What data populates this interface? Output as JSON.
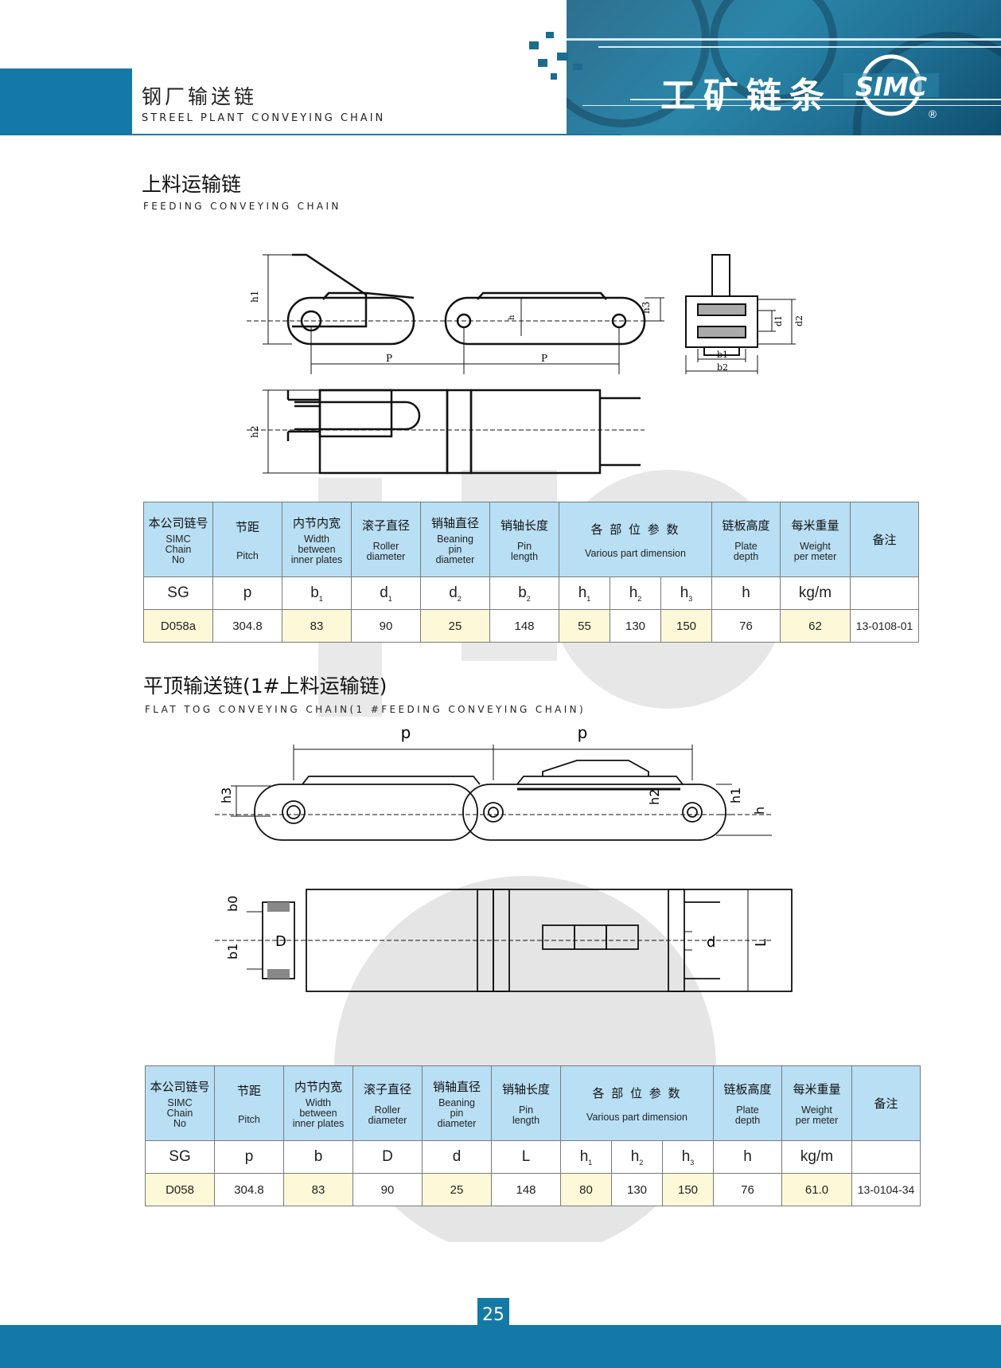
{
  "header": {
    "title_cn": "钢厂输送链",
    "title_en": "STREEL PLANT CONVEYING  CHAIN",
    "brand_cn": "工矿链条",
    "brand_logo": "SIMC",
    "brand_reg": "®",
    "colors": {
      "primary": "#1479a6",
      "header_blue": "#b9dff4",
      "row_yellow": "#fdf9d8"
    }
  },
  "section1": {
    "title_cn": "上料运输链",
    "title_en": "FEEDING  CONVEYING CHAIN",
    "drawing_labels": {
      "h1": "h1",
      "h": "h",
      "h3": "h3",
      "h2": "h2",
      "p1": "P",
      "p2": "P",
      "d1": "d1",
      "d2": "d2",
      "b1": "b1",
      "b2": "b2"
    },
    "table": {
      "headers": [
        {
          "cn": "本公司链号",
          "en": [
            "SIMC",
            "Chain",
            "No"
          ]
        },
        {
          "cn": "节距",
          "en": [
            "Pitch"
          ]
        },
        {
          "cn": "内节内宽",
          "en": [
            "Width",
            "between",
            "inner plates"
          ]
        },
        {
          "cn": "滚子直径",
          "en": [
            "Roller",
            "diameter"
          ]
        },
        {
          "cn": "销轴直径",
          "en": [
            "Beaning",
            "pin",
            "diameter"
          ]
        },
        {
          "cn": "销轴长度",
          "en": [
            "Pin",
            "length"
          ]
        },
        {
          "cn": "各 部 位 参 数",
          "en": [
            "Various part dimension"
          ]
        },
        {
          "cn": "链板高度",
          "en": [
            "Plate",
            "depth"
          ]
        },
        {
          "cn": "每米重量",
          "en": [
            "Weight",
            "per meter"
          ]
        },
        {
          "cn": "备注",
          "en": []
        }
      ],
      "symbols": [
        "SG",
        "p",
        "b",
        "1",
        "d",
        "1",
        "d",
        "2",
        "b",
        "2",
        "h",
        "1",
        "h",
        "2",
        "h",
        "3",
        "h",
        "kg/m"
      ],
      "row": [
        "D058a",
        "304.8",
        "83",
        "90",
        "25",
        "148",
        "55",
        "130",
        "150",
        "76",
        "62",
        "13-0108-01"
      ]
    }
  },
  "section2": {
    "title_cn": "平顶输送链(1#上料运输链)",
    "title_en": "FLAT TOG CONVEYING CHAIN(1 #FEEDING CONVEYING CHAIN)",
    "drawing_labels": {
      "p1": "p",
      "p2": "p",
      "h3": "h3",
      "h2": "h2",
      "h1": "h1",
      "h": "h",
      "b0": "b0",
      "b1": "b1",
      "D": "D",
      "d": "d",
      "L": "L"
    },
    "table": {
      "headers": [
        {
          "cn": "本公司链号",
          "en": [
            "SIMC",
            "Chain",
            "No"
          ]
        },
        {
          "cn": "节距",
          "en": [
            "Pitch"
          ]
        },
        {
          "cn": "内节内宽",
          "en": [
            "Width",
            "between",
            "inner plates"
          ]
        },
        {
          "cn": "滚子直径",
          "en": [
            "Roller",
            "diameter"
          ]
        },
        {
          "cn": "销轴直径",
          "en": [
            "Beaning",
            "pin",
            "diameter"
          ]
        },
        {
          "cn": "销轴长度",
          "en": [
            "Pin",
            "length"
          ]
        },
        {
          "cn": "各 部 位 参 数",
          "en": [
            "Various part dimension"
          ]
        },
        {
          "cn": "链板高度",
          "en": [
            "Plate",
            "depth"
          ]
        },
        {
          "cn": "每米重量",
          "en": [
            "Weight",
            "per meter"
          ]
        },
        {
          "cn": "备注",
          "en": []
        }
      ],
      "symbols": [
        "SG",
        "p",
        "b",
        "D",
        "d",
        "L",
        "h",
        "1",
        "h",
        "2",
        "h",
        "3",
        "h",
        "kg/m"
      ],
      "row": [
        "D058",
        "304.8",
        "83",
        "90",
        "25",
        "148",
        "80",
        "130",
        "150",
        "76",
        "61.0",
        "13-0104-34"
      ]
    }
  },
  "footer": {
    "page_number": "25"
  }
}
